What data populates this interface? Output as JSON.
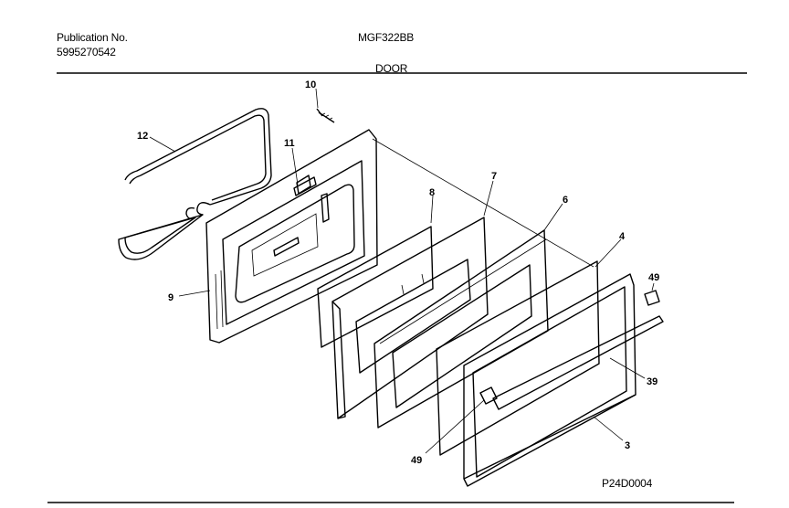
{
  "header": {
    "publication_label": "Publication No.",
    "publication_number": "5995270542",
    "model": "MGF322BB",
    "section": "DOOR"
  },
  "diagram_code": "P24D0004",
  "callouts": {
    "c10": "10",
    "c12": "12",
    "c11": "11",
    "c8": "8",
    "c7": "7",
    "c6": "6",
    "c4": "4",
    "c49a": "49",
    "c9": "9",
    "c39": "39",
    "c49b": "49",
    "c3": "3"
  }
}
